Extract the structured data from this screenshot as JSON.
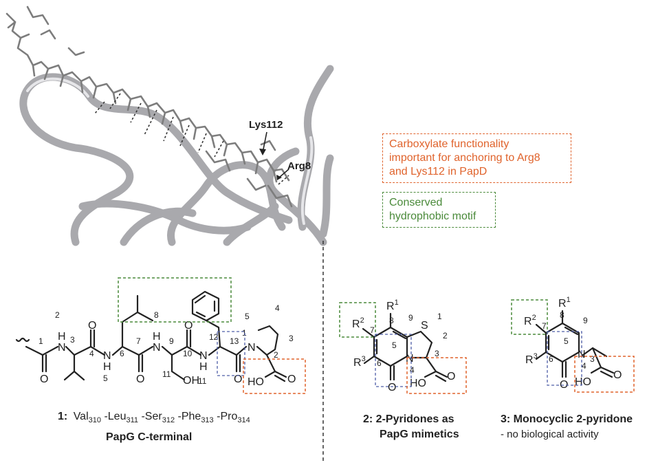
{
  "protein_labels": {
    "lys": "Lys112",
    "arg": "Arg8"
  },
  "callouts": {
    "carboxylate": [
      "Carboxylate functionality",
      "important for anchoring to Arg8",
      "and Lys112 in PapD"
    ],
    "hydrophobic": [
      "Conserved",
      "hydrophobic motif"
    ]
  },
  "compound1": {
    "numbers": [
      "1",
      "2",
      "3",
      "4",
      "5",
      "6",
      "7",
      "8",
      "9",
      "10",
      "11",
      "12",
      "13",
      "1",
      "5",
      "4",
      "3",
      "2"
    ],
    "atoms": {
      "N": "N",
      "H": "H",
      "O": "O",
      "OH": "OH",
      "HO": "HO"
    },
    "caption": {
      "bold": "1:",
      "val": "Val",
      "val_sub": "310",
      "leu": "-Leu",
      "leu_sub": "311",
      "ser": "-Ser",
      "ser_sub": "312",
      "phe": "-Phe",
      "phe_sub": "313",
      "pro": "-Pro",
      "pro_sub": "314"
    },
    "subtitle": "PapG C-terminal"
  },
  "compound2": {
    "atoms": {
      "R": "R",
      "sup1": "1",
      "sup2": "2",
      "sup3": "3",
      "S": "S",
      "N": "N",
      "O": "O",
      "HO": "HO"
    },
    "numbers": [
      "8",
      "9",
      "1",
      "2",
      "3",
      "4",
      "5",
      "6",
      "7"
    ],
    "caption": [
      "2: 2-Pyridones as",
      "PapG mimetics"
    ]
  },
  "compound3": {
    "atoms": {
      "R": "R",
      "sup1": "1",
      "sup2": "2",
      "sup3": "3",
      "N": "N",
      "O": "O",
      "HO": "HO"
    },
    "numbers": [
      "8",
      "9",
      "5",
      "6",
      "7",
      "4",
      "3"
    ],
    "caption": "3: Monocyclic 2-pyridone",
    "note": "- no biological activity"
  }
}
